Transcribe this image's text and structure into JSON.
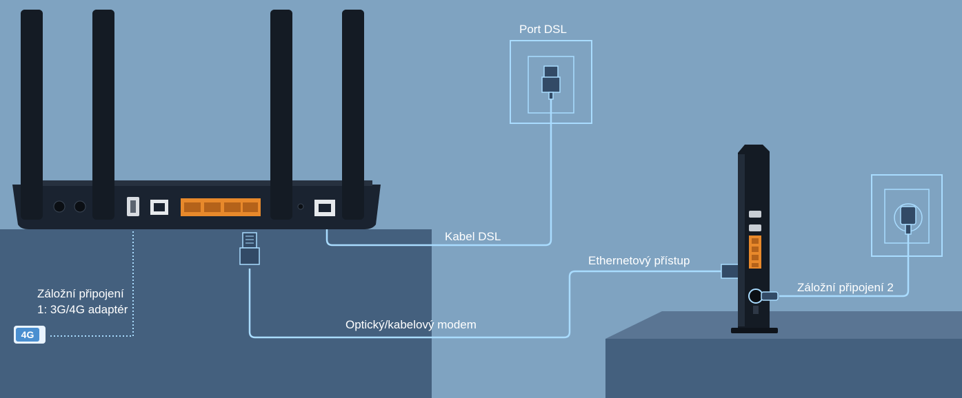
{
  "labels": {
    "port_dsl": "Port DSL",
    "kabel_dsl": "Kabel DSL",
    "ethernet_pristup": "Ethernetový přístup",
    "backup1_line1": "Záložní připojení",
    "backup1_line2": "1: 3G/4G adaptér",
    "backup2": "Záložní připojení 2",
    "modem": "Optický/kabelový modem",
    "badge_4g": "4G"
  },
  "colors": {
    "background": "#7fa3c1",
    "platform_left": "#44607e",
    "platform_right": "#44607e",
    "cable": "#a9dcff",
    "router_body": "#1a2330",
    "lan_ports": "#e8892b",
    "badge": "#4a8fd0"
  }
}
